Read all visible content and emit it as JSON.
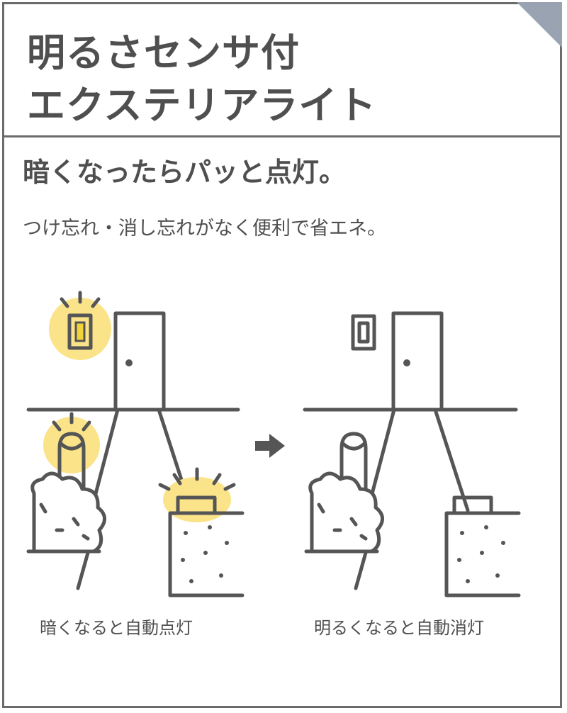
{
  "title": {
    "line1": "明るさセンサ付",
    "line2": "エクステリアライト"
  },
  "headline": "暗くなったらパッと点灯。",
  "subline": "つけ忘れ・消し忘れがなく便利で省エネ。",
  "captions": {
    "left": "暗くなると自動点灯",
    "right": "明るくなると自動消灯"
  },
  "colors": {
    "line": "#555555",
    "glow": "#fbe38a",
    "light": "#f2d43a",
    "corner": "#9aa3b2"
  },
  "icons": {
    "arrow": "arrow-right-icon",
    "state_on": "lights-on-scene",
    "state_off": "lights-off-scene"
  }
}
